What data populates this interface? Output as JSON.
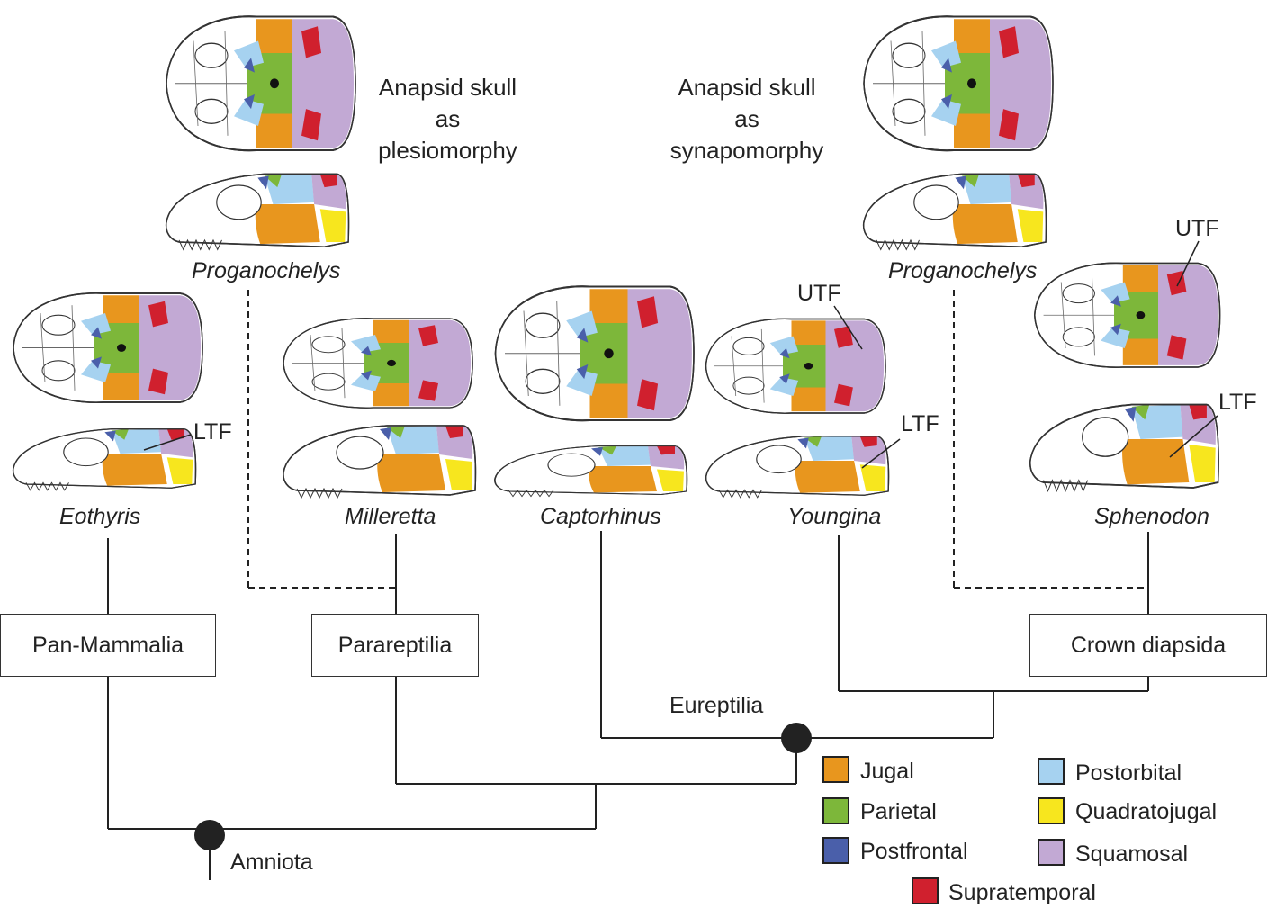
{
  "headings": {
    "plesio": [
      "Anapsid skull",
      "as",
      "plesiomorphy"
    ],
    "synapo": [
      "Anapsid skull",
      "as",
      "synapomorphy"
    ]
  },
  "taxa": {
    "proganochelys_left": "Proganochelys",
    "proganochelys_right": "Proganochelys",
    "eothyris": "Eothyris",
    "milleretta": "Milleretta",
    "captorhinus": "Captorhinus",
    "youngina": "Youngina",
    "sphenodon": "Sphenodon"
  },
  "clades": {
    "pan_mammalia": "Pan-Mammalia",
    "parareptilia": "Parareptilia",
    "crown_diapsida": "Crown diapsida"
  },
  "nodes": {
    "eureptilia": "Eureptilia",
    "amniota": "Amniota"
  },
  "annotations": {
    "ltf": "LTF",
    "utf": "UTF"
  },
  "legend": [
    {
      "label": "Jugal",
      "color": "#E8961E"
    },
    {
      "label": "Parietal",
      "color": "#7DB73A"
    },
    {
      "label": "Postfrontal",
      "color": "#4A5FAA"
    },
    {
      "label": "Supratemporal",
      "color": "#D0202E"
    },
    {
      "label": "Postorbital",
      "color": "#A6D2F0"
    },
    {
      "label": "Quadratojugal",
      "color": "#F7E61E"
    },
    {
      "label": "Squamosal",
      "color": "#C2A9D4"
    }
  ]
}
